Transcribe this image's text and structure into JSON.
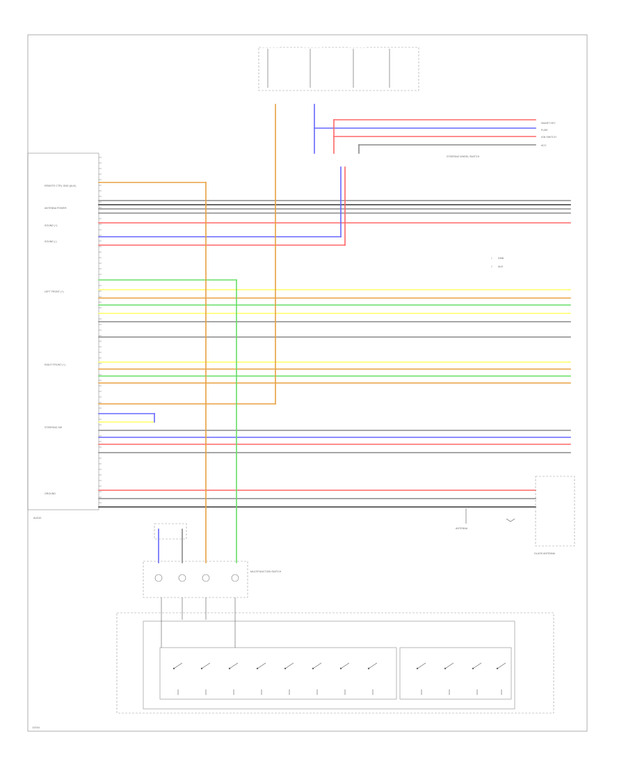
{
  "footer_label": "1/2/3/4",
  "radio_label": "AUDIO",
  "left_labels": [
    "REMOTE CTRL GND (AUX)",
    "ANTENNA POWER",
    "SOUND (+)",
    "SOUND (-)",
    "LEFT FRONT (+)",
    "RIGHT FRONT (+)",
    "STEERING SW",
    "GROUND"
  ],
  "right_labels": [
    "SMART KEY",
    "FUSE",
    "IGN SWITCH",
    "ACC"
  ],
  "connector_labels": [
    "STEERING WHEEL SWITCH",
    "MULTIFUNCTION SWITCH",
    "GLASS ANTENNA",
    "ANTENNA"
  ],
  "legend": [
    "DMB",
    "AUX"
  ],
  "wire_colors": {
    "yellow": "#ffff66",
    "orange": "#e8a040",
    "green": "#66dd66",
    "red": "#ff6666",
    "blue": "#6666ff",
    "gray": "#888888",
    "black": "#333333"
  }
}
